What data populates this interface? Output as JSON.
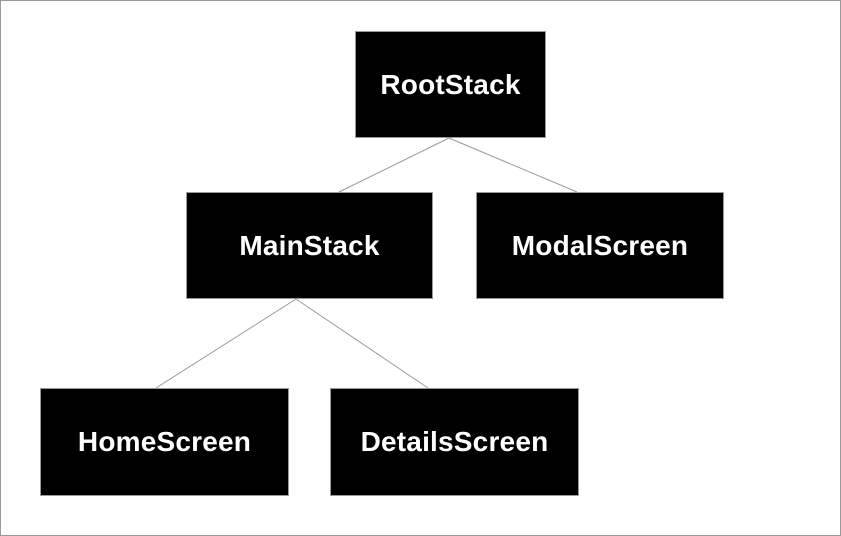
{
  "diagram": {
    "type": "tree",
    "background_color": "#ffffff",
    "frame_color": "#999999",
    "node_fill_color": "#000000",
    "node_border_color": "#999999",
    "node_text_color": "#ffffff",
    "edge_color": "#999999",
    "nodes": [
      {
        "id": "rootstack",
        "label": "RootStack",
        "level": 0
      },
      {
        "id": "mainstack",
        "label": "MainStack",
        "level": 1
      },
      {
        "id": "modalscreen",
        "label": "ModalScreen",
        "level": 1
      },
      {
        "id": "homescreen",
        "label": "HomeScreen",
        "level": 2
      },
      {
        "id": "detailsscreen",
        "label": "DetailsScreen",
        "level": 2
      }
    ],
    "edges": [
      {
        "from": "RootStack",
        "to": "MainStack"
      },
      {
        "from": "RootStack",
        "to": "ModalScreen"
      },
      {
        "from": "MainStack",
        "to": "HomeScreen"
      },
      {
        "from": "MainStack",
        "to": "DetailsScreen"
      }
    ]
  }
}
